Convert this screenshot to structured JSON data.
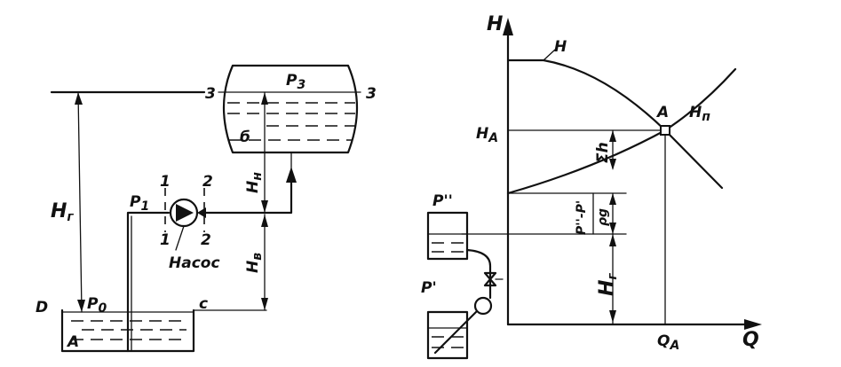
{
  "left": {
    "labels": {
      "hg": "H",
      "hg_sub": "г",
      "p0": "P",
      "p0_sub": "0",
      "p1": "P",
      "p1_sub": "1",
      "p3": "P",
      "p3_sub": "3",
      "pump": "Насос",
      "sec1_top": "1",
      "sec1_bot": "1",
      "sec2_top": "2",
      "sec2_bot": "2",
      "sec3_left": "3",
      "sec3_right": "3",
      "point_b": "б",
      "point_a": "A",
      "point_c": "c",
      "point_d": "D",
      "hn": "H",
      "hn_sub": "н",
      "hv": "H",
      "hv_sub": "в"
    }
  },
  "right": {
    "labels": {
      "axis_h": "H",
      "axis_q": "Q",
      "curve_h": "H",
      "curve_hp": "H",
      "curve_hp_sub": "п",
      "point_a": "A",
      "ha": "H",
      "ha_sub": "A",
      "qa": "Q",
      "qa_sub": "A",
      "sum_h": "Σh",
      "hg": "H",
      "hg_sub": "г",
      "p_dd": "P''",
      "p_d": "P'",
      "dp_frac_top": "P''-P'",
      "dp_frac_bot": "ρg"
    }
  }
}
